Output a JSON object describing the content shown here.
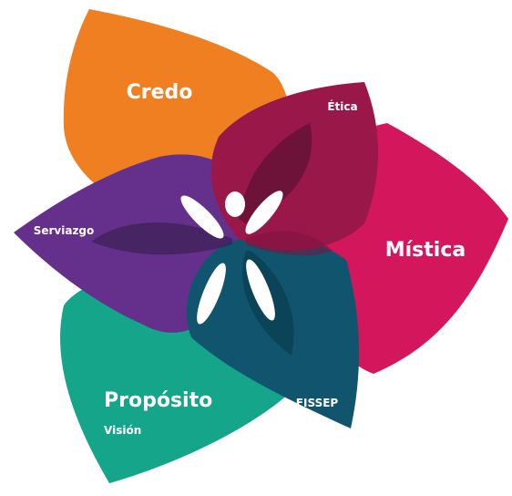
{
  "petals": [
    {
      "id": "credo",
      "label": "Credo",
      "color": "#f07f22"
    },
    {
      "id": "mistica",
      "label": "Mística",
      "color": "#d4165d"
    },
    {
      "id": "fissep",
      "label": "FISSEP",
      "color": "#10556d"
    },
    {
      "id": "proposito",
      "label": "Propósito",
      "sublabel": "Visión",
      "color": "#14a58a"
    },
    {
      "id": "serviazgo",
      "label": "Serviazgo",
      "color": "#65308c"
    },
    {
      "id": "etica",
      "label": "Ética",
      "color": "#9a174a"
    }
  ],
  "inner_shadow_color": "#5e1234",
  "figure_color": "#ffffff"
}
